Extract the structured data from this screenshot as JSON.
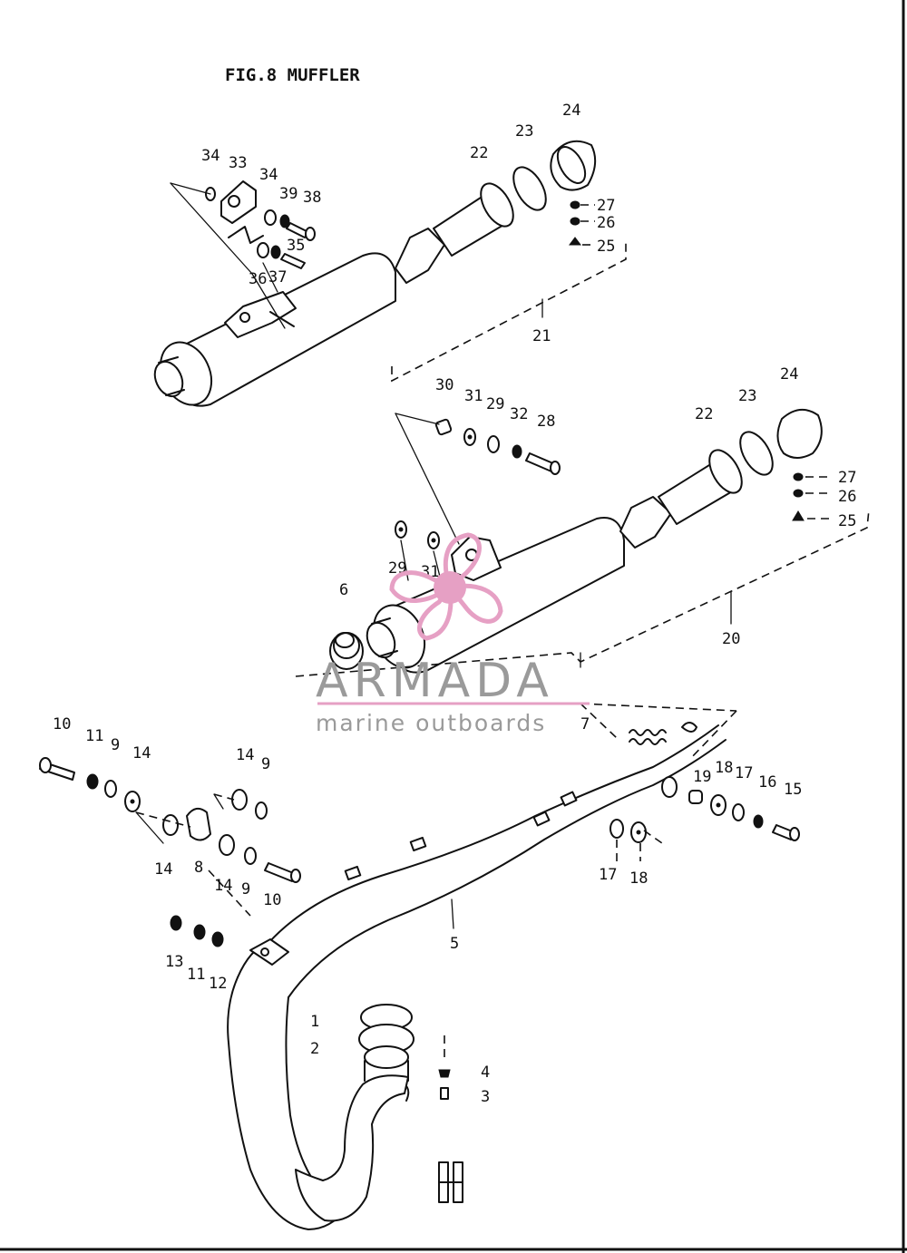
{
  "title": "FIG.8  MUFFLER",
  "watermark": {
    "brand": "ARMADA",
    "tagline": "marine outboards",
    "logo_color": "#e6a0c4",
    "text_color": "#9a9a9a"
  },
  "callouts": {
    "upper": [
      "34",
      "33",
      "34",
      "39",
      "38",
      "35",
      "36",
      "37",
      "22",
      "23",
      "24",
      "27",
      "26",
      "25",
      "21"
    ],
    "middle": [
      "30",
      "31",
      "29",
      "32",
      "28",
      "22",
      "23",
      "24",
      "27",
      "26",
      "25",
      "29",
      "31",
      "6",
      "20"
    ],
    "lower": [
      "10",
      "11",
      "9",
      "14",
      "14",
      "9",
      "14",
      "8",
      "14",
      "9",
      "10",
      "13",
      "11",
      "12",
      "5",
      "1",
      "2",
      "4",
      "3",
      "7",
      "19",
      "18",
      "17",
      "16",
      "15",
      "17",
      "18"
    ]
  }
}
